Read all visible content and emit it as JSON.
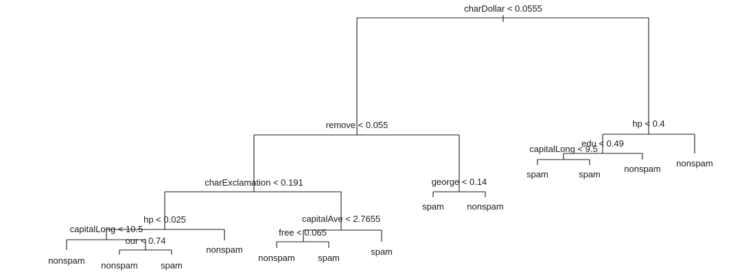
{
  "diagram": {
    "type": "decision-tree",
    "colors": {
      "line": "#1a1a1a",
      "text": "#1a1a1a",
      "background": "#ffffff"
    },
    "splits": [
      {
        "id": "root",
        "label": "charDollar < 0.0555"
      },
      {
        "id": "n_remove",
        "label": "remove < 0.055"
      },
      {
        "id": "n_hp_right",
        "label": "hp < 0.4"
      },
      {
        "id": "n_charExclamation",
        "label": "charExclamation < 0.191"
      },
      {
        "id": "n_george",
        "label": "george < 0.14"
      },
      {
        "id": "n_edu",
        "label": "edu < 0.49"
      },
      {
        "id": "n_capitalLong_right",
        "label": "capitalLong < 9.5"
      },
      {
        "id": "n_hp_left",
        "label": "hp < 0.025"
      },
      {
        "id": "n_capitalAve",
        "label": "capitalAve < 2.7655"
      },
      {
        "id": "n_capitalLong_left",
        "label": "capitalLong < 10.5"
      },
      {
        "id": "n_our",
        "label": "our < 0.74"
      },
      {
        "id": "n_free",
        "label": "free < 0.065"
      }
    ],
    "leaves": [
      {
        "id": "l1",
        "label": "nonspam"
      },
      {
        "id": "l2",
        "label": "nonspam"
      },
      {
        "id": "l3",
        "label": "spam"
      },
      {
        "id": "l4",
        "label": "nonspam"
      },
      {
        "id": "l5",
        "label": "nonspam"
      },
      {
        "id": "l6",
        "label": "spam"
      },
      {
        "id": "l7",
        "label": "spam"
      },
      {
        "id": "l8",
        "label": "spam"
      },
      {
        "id": "l9",
        "label": "nonspam"
      },
      {
        "id": "l10",
        "label": "spam"
      },
      {
        "id": "l11",
        "label": "spam"
      },
      {
        "id": "l12",
        "label": "nonspam"
      },
      {
        "id": "l13",
        "label": "nonspam"
      }
    ]
  }
}
